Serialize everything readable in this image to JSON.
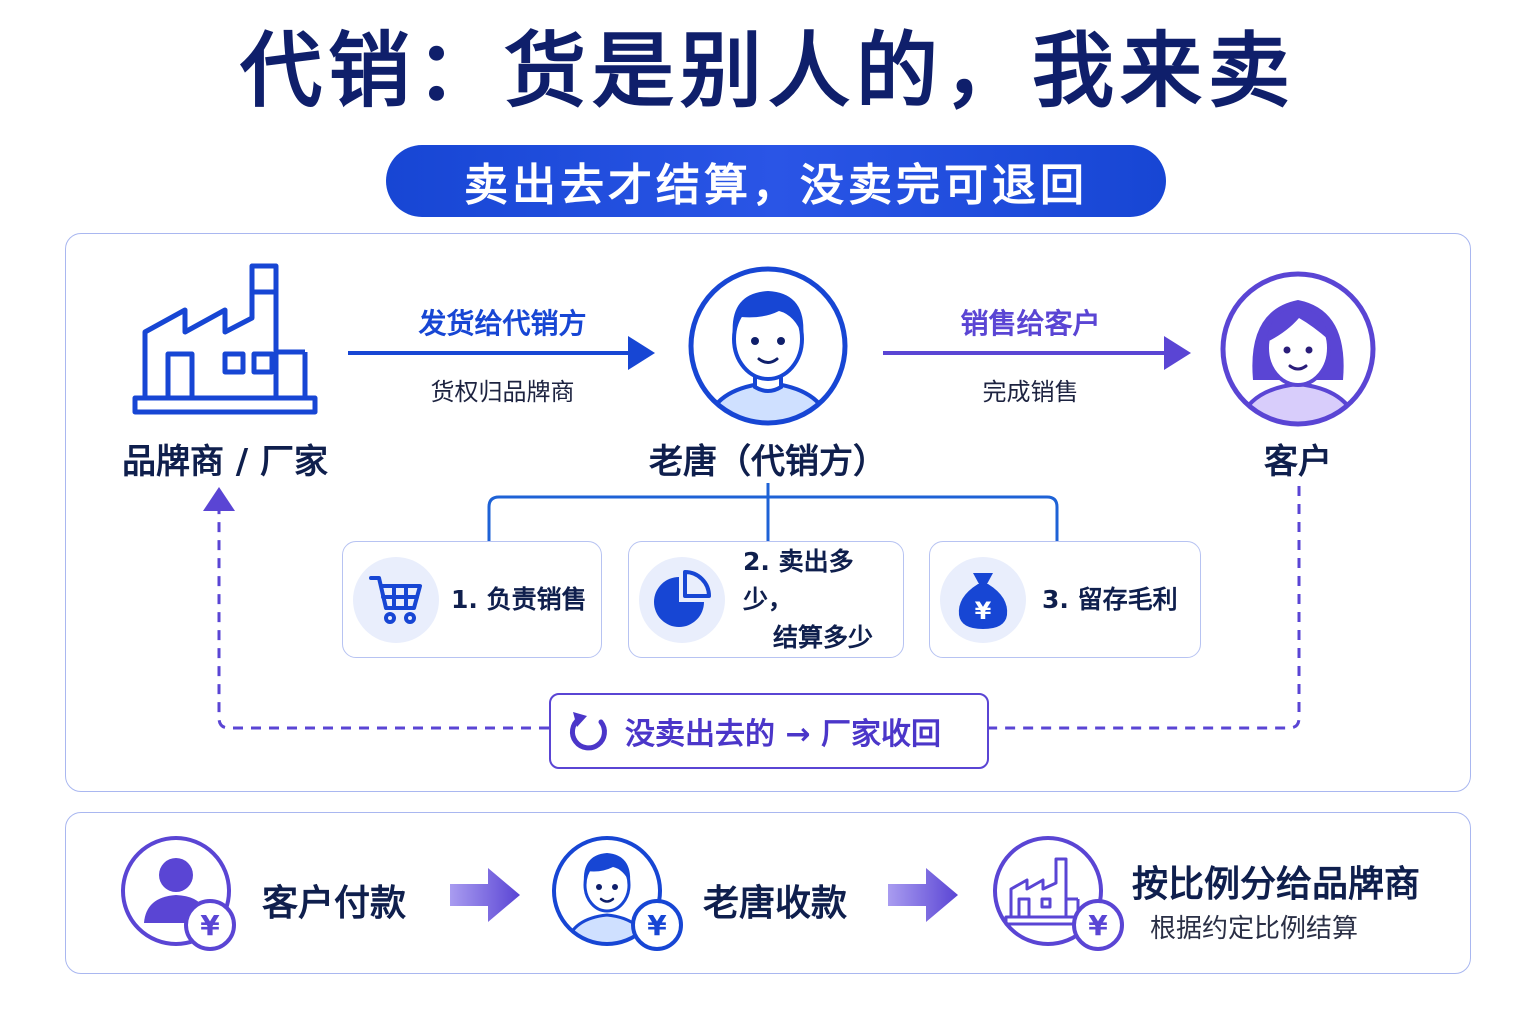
{
  "title": "代销：货是别人的，我来卖",
  "subtitle": "卖出去才结算，没卖完可退回",
  "nodes": {
    "brand": "品牌商 / 厂家",
    "agent": "老唐（代销方）",
    "customer": "客户"
  },
  "arrows": {
    "ship": {
      "label": "发货给代销方",
      "sub": "货权归品牌商"
    },
    "sell": {
      "label": "销售给客户",
      "sub": "完成销售"
    }
  },
  "duties": [
    {
      "line1": "1. 负责销售",
      "line2": ""
    },
    {
      "line1": "2. 卖出多少，",
      "line2": "结算多少"
    },
    {
      "line1": "3. 留存毛利",
      "line2": ""
    }
  ],
  "return_flow": "没卖出去的 → 厂家收回",
  "currency_symbol": "¥",
  "payment_flow": {
    "step1": "客户付款",
    "step2": "老唐收款",
    "step3": {
      "label": "按比例分给品牌商",
      "sub": "根据约定比例结算"
    }
  },
  "colors": {
    "navy": "#0f1f6b",
    "blue": "#1746d4",
    "purple": "#5a45d4",
    "light_blue_bg": "#e9eefc"
  }
}
